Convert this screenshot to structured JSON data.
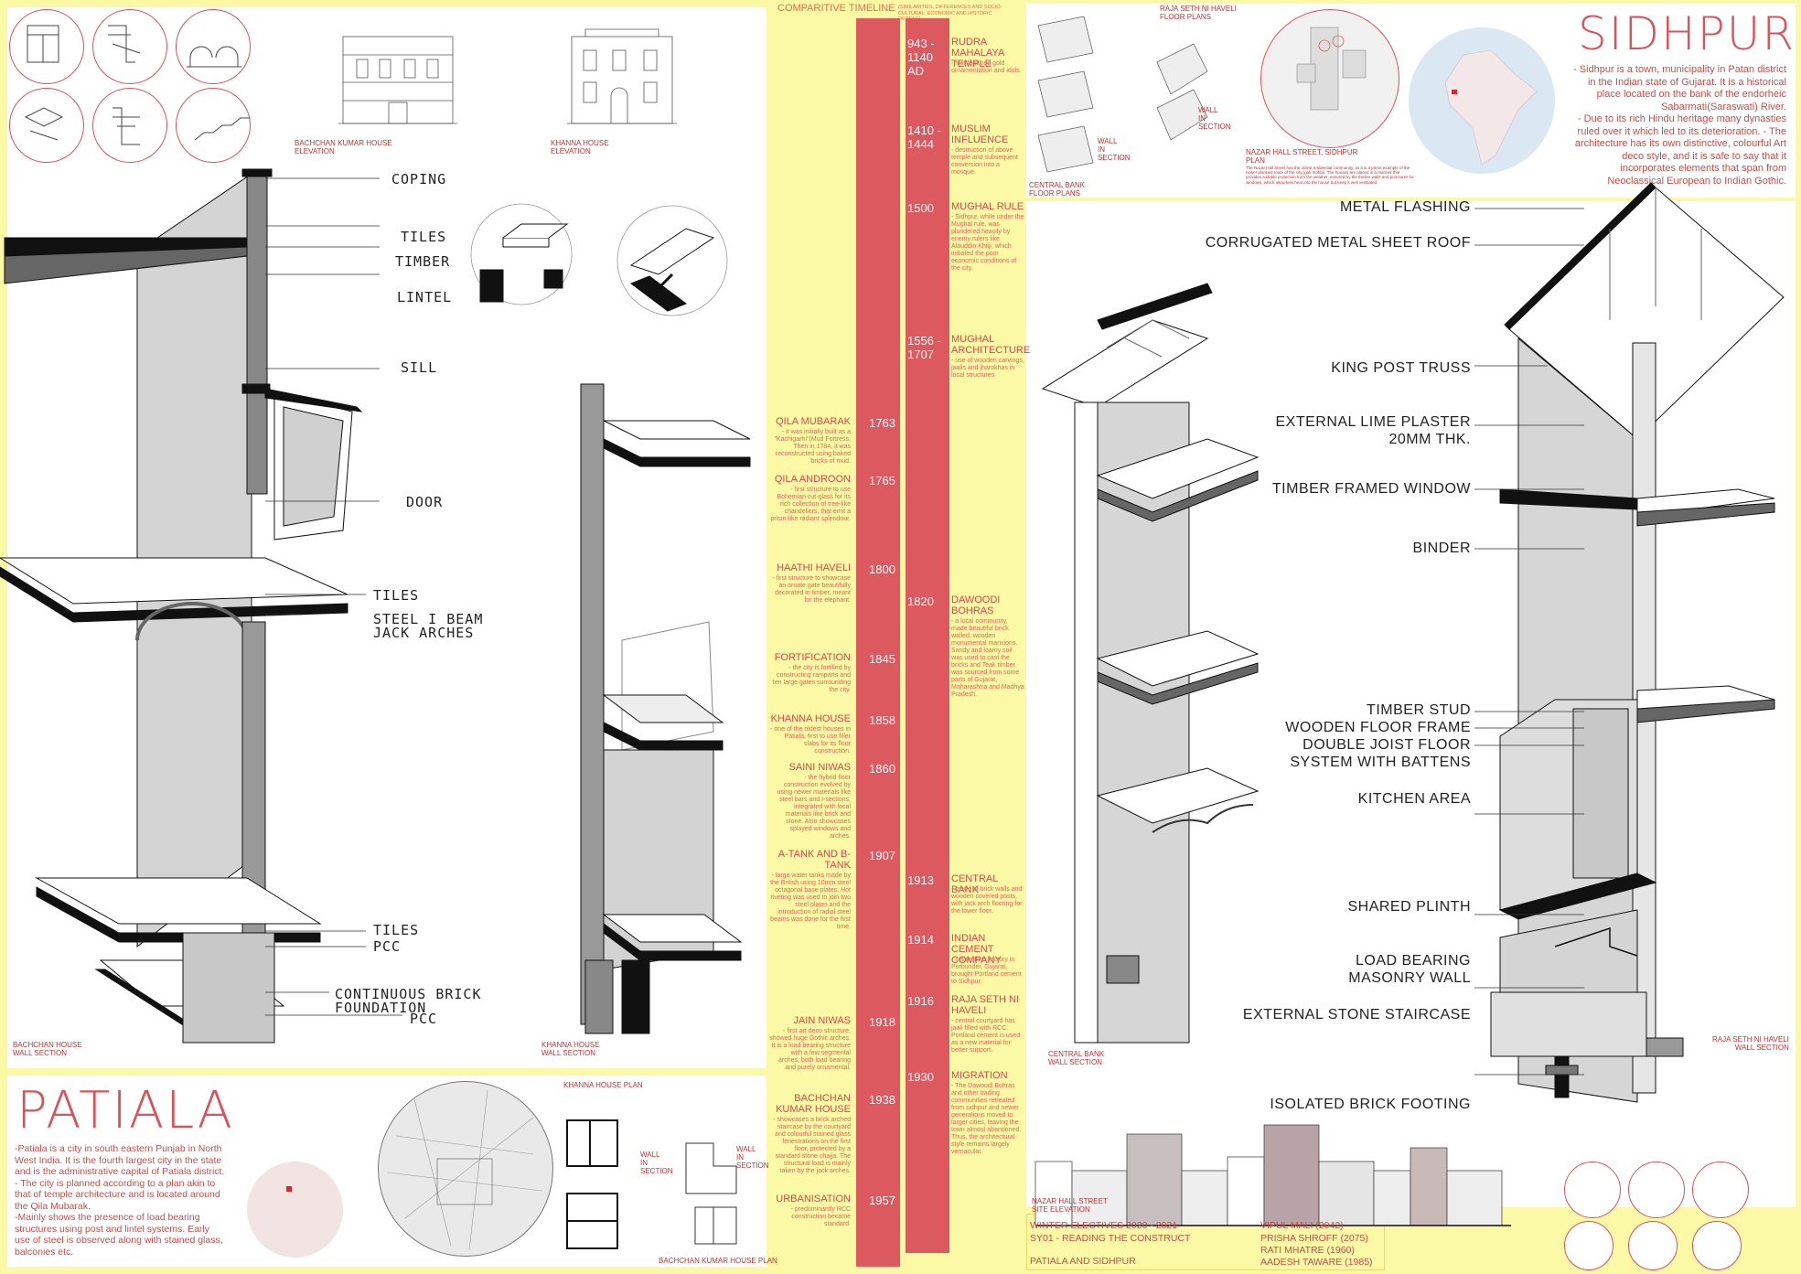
{
  "timeline": {
    "heading": "COMPARITIVE TIMELINE",
    "subheading": "(SIMILARITIES, DIFFERENCES AND SOCIO-CULTURAL, ECONOMIC AND HISTORIC DETAILS)",
    "left_events": [
      {
        "year": "1763",
        "title": "QILA MUBARAK",
        "desc": "- it was initially built as a \"Kachigarhi\"(Mud Fortress. Then in 1784, it was reconstructed using baked bricks of mud."
      },
      {
        "year": "1765",
        "title": "QILA ANDROON",
        "desc": "- first structure to use Bohemian cut-glass for its rich collection of tree-like chandeliers, that emit a prism-like radiant splendour."
      },
      {
        "year": "1800",
        "title": "HAATHI HAVELI",
        "desc": "- first structure to showcase an ornate gate beautifully decorated in timber, meant for the elephant."
      },
      {
        "year": "1845",
        "title": "FORTIFICATION",
        "desc": "- the city is fortified by constructing ramparts and ten large gates surrounding the city."
      },
      {
        "year": "1858",
        "title": "KHANNA HOUSE",
        "desc": "- one of the oldest houses in Patiala, first to use filler slabs for its floor construction."
      },
      {
        "year": "1860",
        "title": "SAINI NIWAS",
        "desc": "- the hybrid floor construction evolved by using newer materials like steel bars and I-sections, integrated with local materials like brick and stone. Also showcases splayed windows and arches."
      },
      {
        "year": "1907",
        "title": "A-TANK AND B-TANK",
        "desc": "- large water tanks made by the British using 10mm steel octagonal base plates. Hot riveting was used to join two steel plates and the introduction of radial steel beams was done for the first time."
      },
      {
        "year": "1918",
        "title": "JAIN NIWAS",
        "desc": "- first art deco structure, showed huge Gothic arches. It is a load bearing structure with a few segmental arches, both load bearing and purely ornamental."
      },
      {
        "year": "1938",
        "title": "BACHCHAN KUMAR HOUSE",
        "desc": "- showcases a brick arched staircase by the courtyard and colourful stained glass fenestrations on the first floor, protected by a standard stone chajja. The structural load is mainly taken by the jack arches."
      },
      {
        "year": "1957",
        "title": "URBANISATION",
        "desc": "- predominantly RCC construction became standard."
      }
    ],
    "right_events": [
      {
        "year": "943 - 1140 AD",
        "title": "RUDRA MAHALAYA TEMPLE",
        "desc": "- first featured gold ornamentation and idols."
      },
      {
        "year": "1410 - 1444",
        "title": "MUSLIM INFLUENCE",
        "desc": "- destruction of above temple and subsequent conversion into a mosque."
      },
      {
        "year": "1500",
        "title": "MUGHAL RULE",
        "desc": "- Sidhpur, while under the Mughal rule, was plundered heavily by enemy rulers like Alauddin Khilji, which initiated the poor economic conditions of the city."
      },
      {
        "year": "1556 - 1707",
        "title": "MUGHAL ARCHITECTURE",
        "desc": "- use of wooden carvings, jaalis and jharokhas in local structures."
      },
      {
        "year": "1820",
        "title": "DAWOODI BOHRAS",
        "desc": "- a local community, made beautiful brick walled, wooden monumental mansions. Sandy and loamy soil was used to cast the bricks and Teak timber was sourced from some parts of Gujarat, Maharashtra and Madhya Pradesh."
      },
      {
        "year": "1913",
        "title": "CENTRAL BANK",
        "desc": "- made of brick walls and wooden covered posts, with jack arch flooring for the lower floor."
      },
      {
        "year": "1914",
        "title": "INDIAN CEMENT COMPANY",
        "desc": "- set up their factory in Porbunder, Gujarat, brought Portland cement to Sidhpur."
      },
      {
        "year": "1916",
        "title": "RAJA SETH NI HAVELI",
        "desc": "- central courtyard has jaali filled with RCC. Portland cement is used as a new material for better support."
      },
      {
        "year": "1930",
        "title": "MIGRATION",
        "desc": "- The Dawoodi Bohras and other trading communities retreated from sidhpur and newer generations moved to larger cities, leaving the town almost abandoned. Thus, the architectural style remains largely vernacular."
      }
    ]
  },
  "patiala": {
    "title": "PATIALA",
    "desc": "-Patiala is a city in south eastern Punjab in North West India. It is the fourth largest city in the state and is the administrative capital of Patiala district.\n- The city is planned according to a plan akin to that of temple architecture and is located around the Qila Mubarak.\n-Mainly shows the presence of load bearing structures using post and lintel systems. Early use of steel is observed along with stained glass, balconies etc.",
    "plan_caption_top": "KHANNA HOUSE PLAN",
    "plan_caption_bottom": "BACHCHAN KUMAR HOUSE PLAN",
    "wall_captions": [
      "WALL IN SECTION",
      "WALL IN SECTION"
    ]
  },
  "sidhpur": {
    "title": "SIDHPUR",
    "desc": "- Sidhpur is a town, municipality in Patan district in the Indian state of Gujarat. It is a historical place located on the bank of the endorheic Sabarmati(Saraswati) River.\n- Due to its rich Hindu heritage many dynasties ruled over it which led to its deterioration. - The architecture has its own distinctive, colourful Art deco style, and it is safe to say that it incorporates elements that span from Neoclassical European to Indian Gothic.",
    "floor_caption_1": "RAJA SETH NI HAVELI\nFLOOR PLANS",
    "floor_caption_2": "CENTRAL BANK\nFLOOR PLANS",
    "wall_captions": [
      "WALL IN SECTION",
      "WALL IN SECTION"
    ],
    "street_plan_caption": "NAZAR HALL STREET, SIDHPUR\nPLAN",
    "street_plan_note": "The Nazar Hall Street has the oldest residential community, as it is a prime example of the newer planned route of the city (gali mohla). The houses are placed in a manner that provides suitable protection from the weather, ensured by the thicker walls and punctures for windows, which allow less heat into the house but keep it well ventilated.",
    "site_caption": "NAZAR HALL STREET\nSITE ELEVATION"
  },
  "drawings": {
    "bachchan_elev": "BACHCHAN KUMAR HOUSE\nELEVATION",
    "khanna_elev": "KHANNA HOUSE\nELEVATION",
    "bachchan_section": "BACHCHAN HOUSE\nWALL SECTION",
    "khanna_section": "KHANNA HOUSE\nWALL SECTION",
    "central_bank_section": "CENTRAL BANK\nWALL SECTION",
    "raja_seth_section": "RAJA SETH NI HAVELI\nWALL SECTION"
  },
  "bachchan_labels": [
    "COPING",
    "TILES",
    "TIMBER",
    "LINTEL",
    "SILL",
    "DOOR",
    "TILES",
    "STEEL I BEAM",
    "JACK ARCHES",
    "TILES",
    "PCC",
    "CONTINUOUS BRICK",
    "FOUNDATION",
    "PCC"
  ],
  "raja_labels": [
    "METAL FLASHING",
    "CORRUGATED METAL SHEET ROOF",
    "KING POST TRUSS",
    "EXTERNAL LIME PLASTER",
    "20MM THK.",
    "TIMBER FRAMED WINDOW",
    "BINDER",
    "TIMBER STUD",
    "WOODEN FLOOR FRAME",
    "DOUBLE JOIST FLOOR",
    "SYSTEM WITH BATTENS",
    "KITCHEN AREA",
    "SHARED PLINTH",
    "LOAD BEARING",
    "MASONRY WALL",
    "EXTERNAL STONE STAIRCASE",
    "ISOLATED BRICK FOOTING"
  ],
  "credits": {
    "course_1": "WINTER ELECTIVES 2020 - 2021",
    "course_2": "SY01 - READING THE CONSTRUCT",
    "course_3": "PATIALA AND SIDHPUR",
    "names": [
      "VIPUL MALI (2042)",
      "PRISHA SHROFF (2075)",
      "RATI MHATRE (1960)",
      "AADESH TAWARE (1985)"
    ]
  },
  "colors": {
    "background": "#fbf8a6",
    "accent": "#d9535a",
    "timeline_bar": "#dc5960"
  }
}
